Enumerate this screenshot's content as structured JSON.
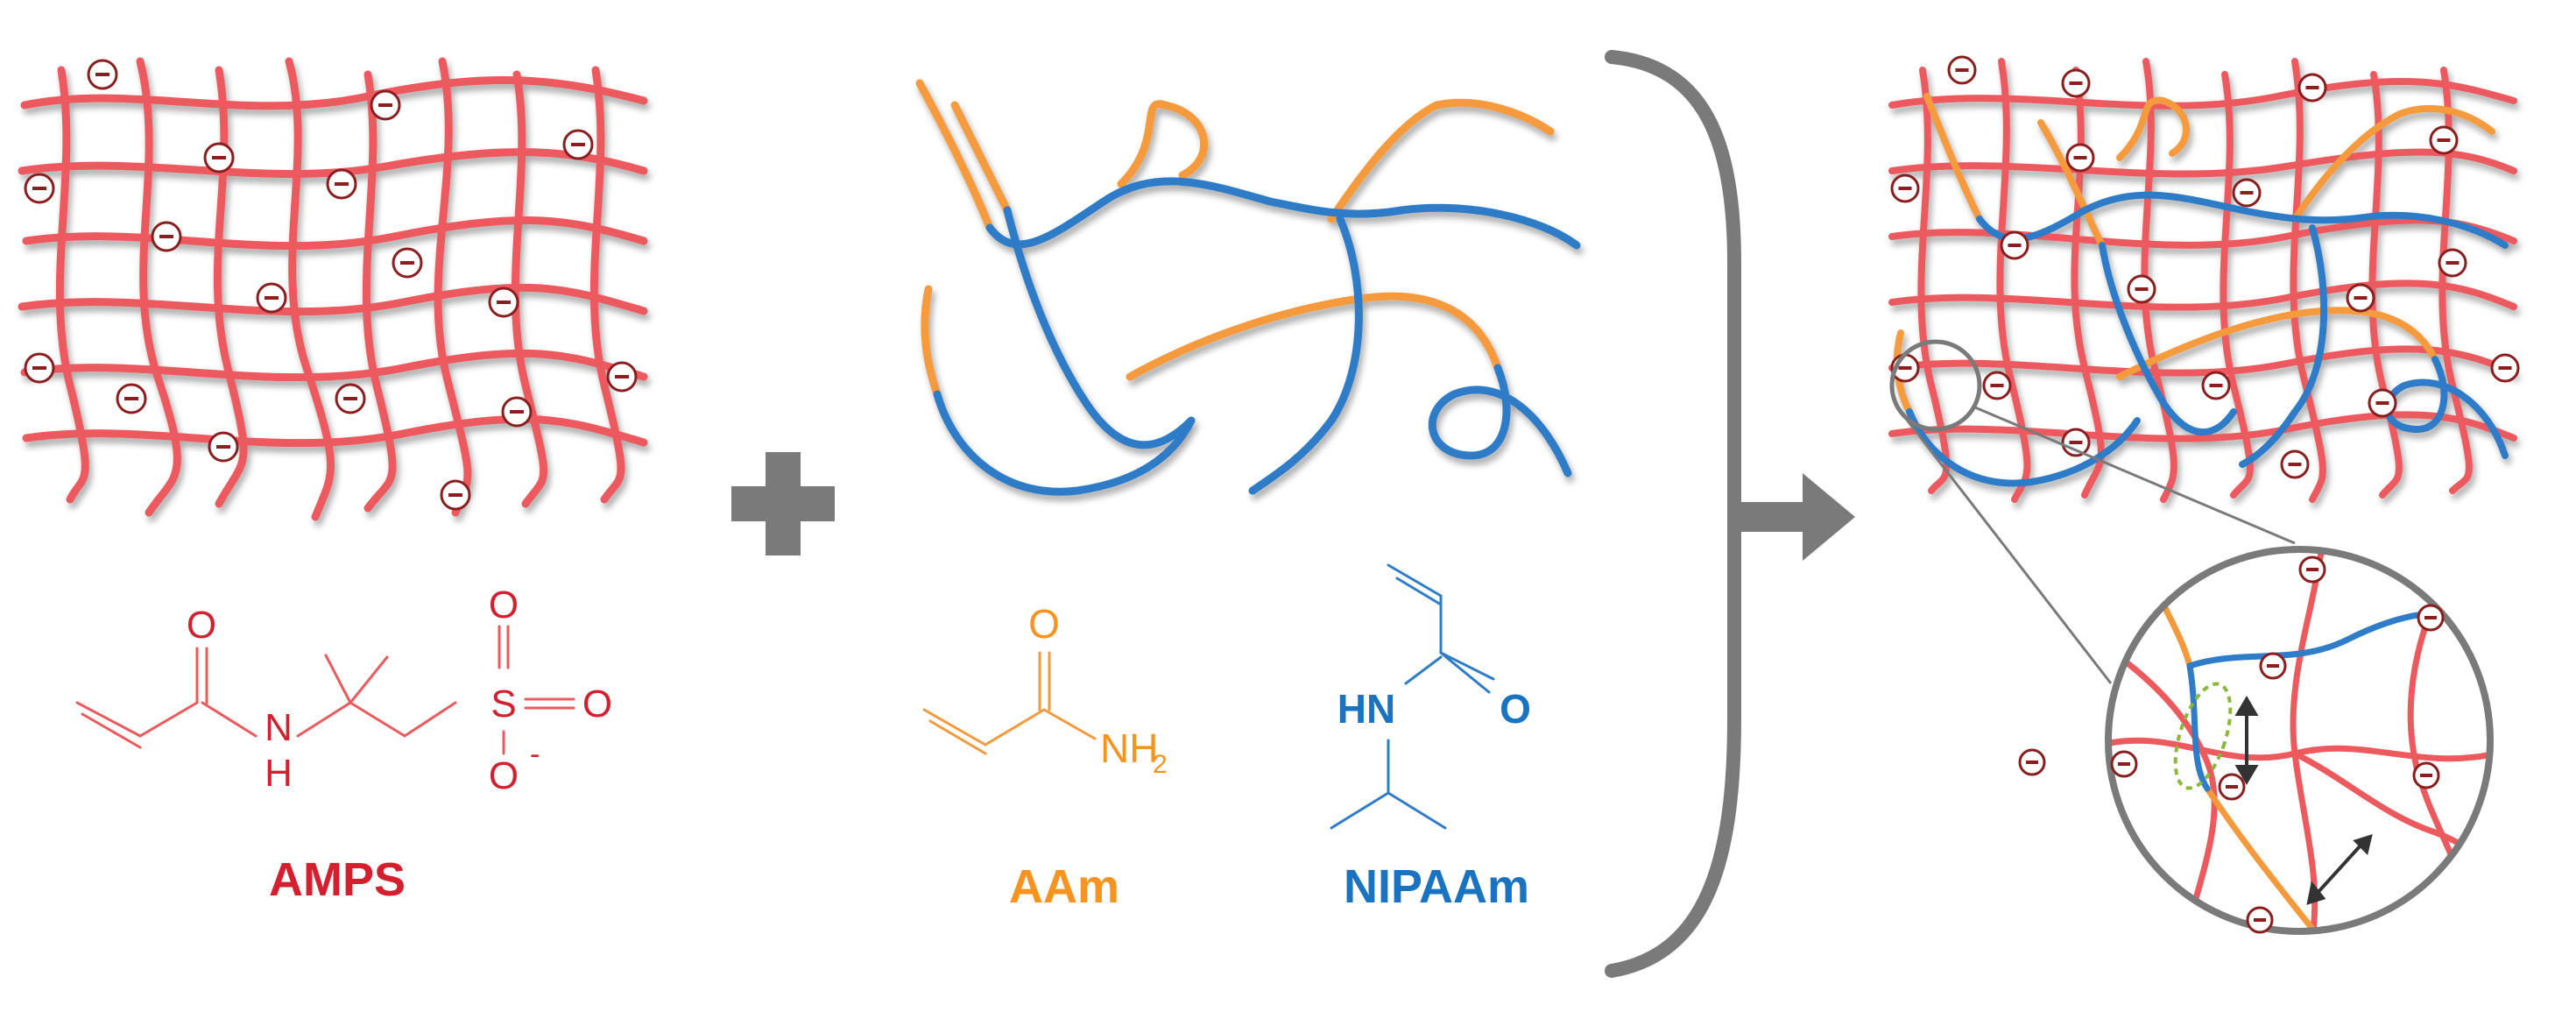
{
  "colors": {
    "ampsRed": "#ec5a5e",
    "ampsText": "#d41f2e",
    "aamOrange": "#f59a3c",
    "aamText": "#f7931e",
    "nipaamBlue": "#2f7cc8",
    "nipaamText": "#1a73c0",
    "gray": "#7a7a7a",
    "chargeBrown": "#8a1e1e",
    "hbondGreen": "#8ab83a"
  },
  "icons": {
    "plus": "plus-icon",
    "arrow": "arrow-right-icon",
    "charge": "negative-charge-icon",
    "magnifier": "zoom-circle-icon"
  },
  "labels": {
    "amps": "AMPS",
    "aam": "AAm",
    "nipaam": "NIPAAm"
  },
  "structures": {
    "amps": {
      "carbonyl_o": "O",
      "nh_n": "N",
      "nh_h": "H",
      "sulfur": "S",
      "o_top": "O",
      "o_right": "O",
      "o_bottom": "O",
      "charge": "-"
    },
    "aam": {
      "carbonyl_o": "O",
      "amine": "NH",
      "amine_sub": "2"
    },
    "nipaam": {
      "amine": "HN",
      "carbonyl_o": "O"
    }
  },
  "charge_symbol": "⊖"
}
